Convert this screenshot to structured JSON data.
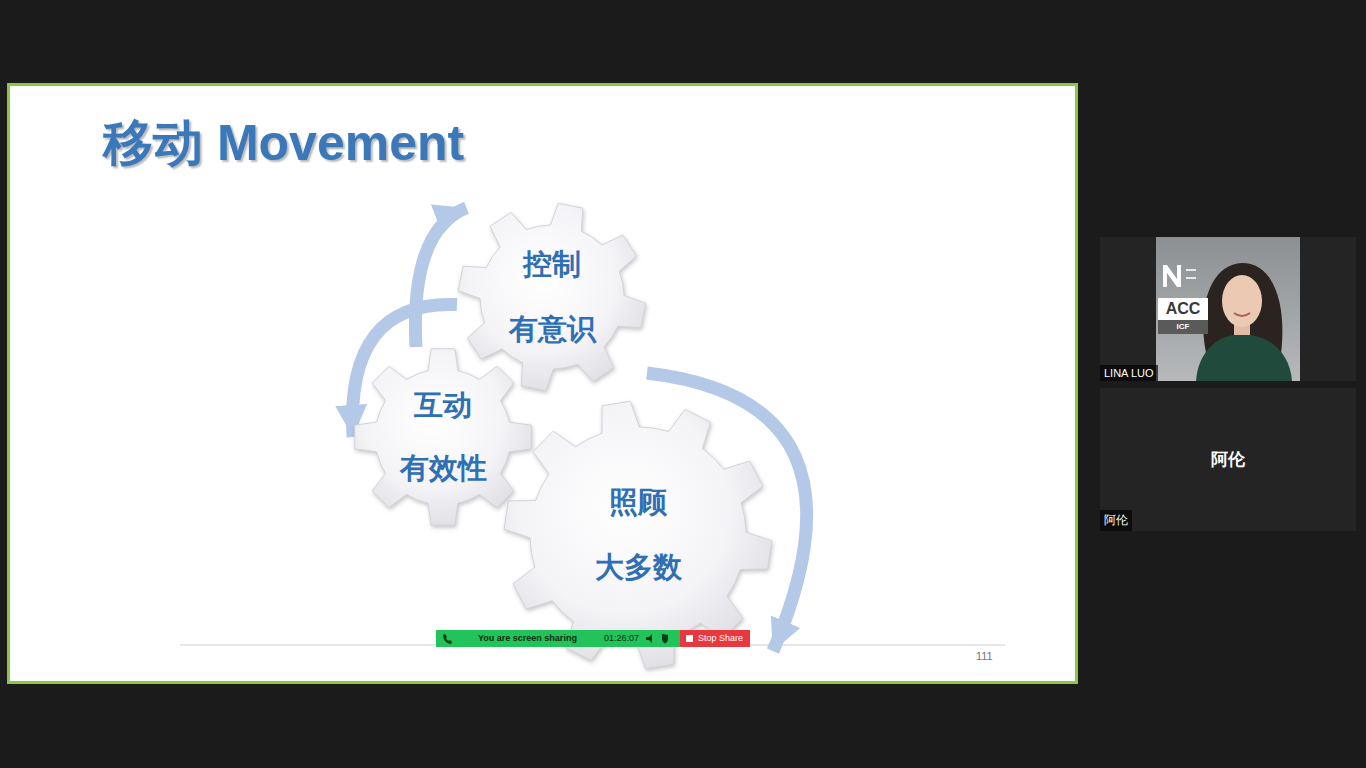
{
  "diagram": {
    "title": "移动 Movement",
    "nodes": [
      {
        "text": [
          "控制",
          "有意识"
        ]
      },
      {
        "text": [
          "互动",
          "有效性"
        ]
      },
      {
        "text": [
          "照顾",
          "大多数"
        ]
      },
      {
        "text": [
          "LINA LUO"
        ]
      },
      {
        "text": [
          "阿伦",
          "阿伦"
        ]
      }
    ],
    "edges": [
      {
        "from": 1,
        "to": 0,
        "arrow": "to"
      },
      {
        "from": 0,
        "to": 1,
        "arrow": "to"
      },
      {
        "from": 0,
        "to": 2,
        "arrow": "to"
      }
    ],
    "labels": [
      "You are screen sharing",
      "01:26:07",
      "Stop Share",
      "111",
      "ACC",
      "ICF"
    ]
  }
}
